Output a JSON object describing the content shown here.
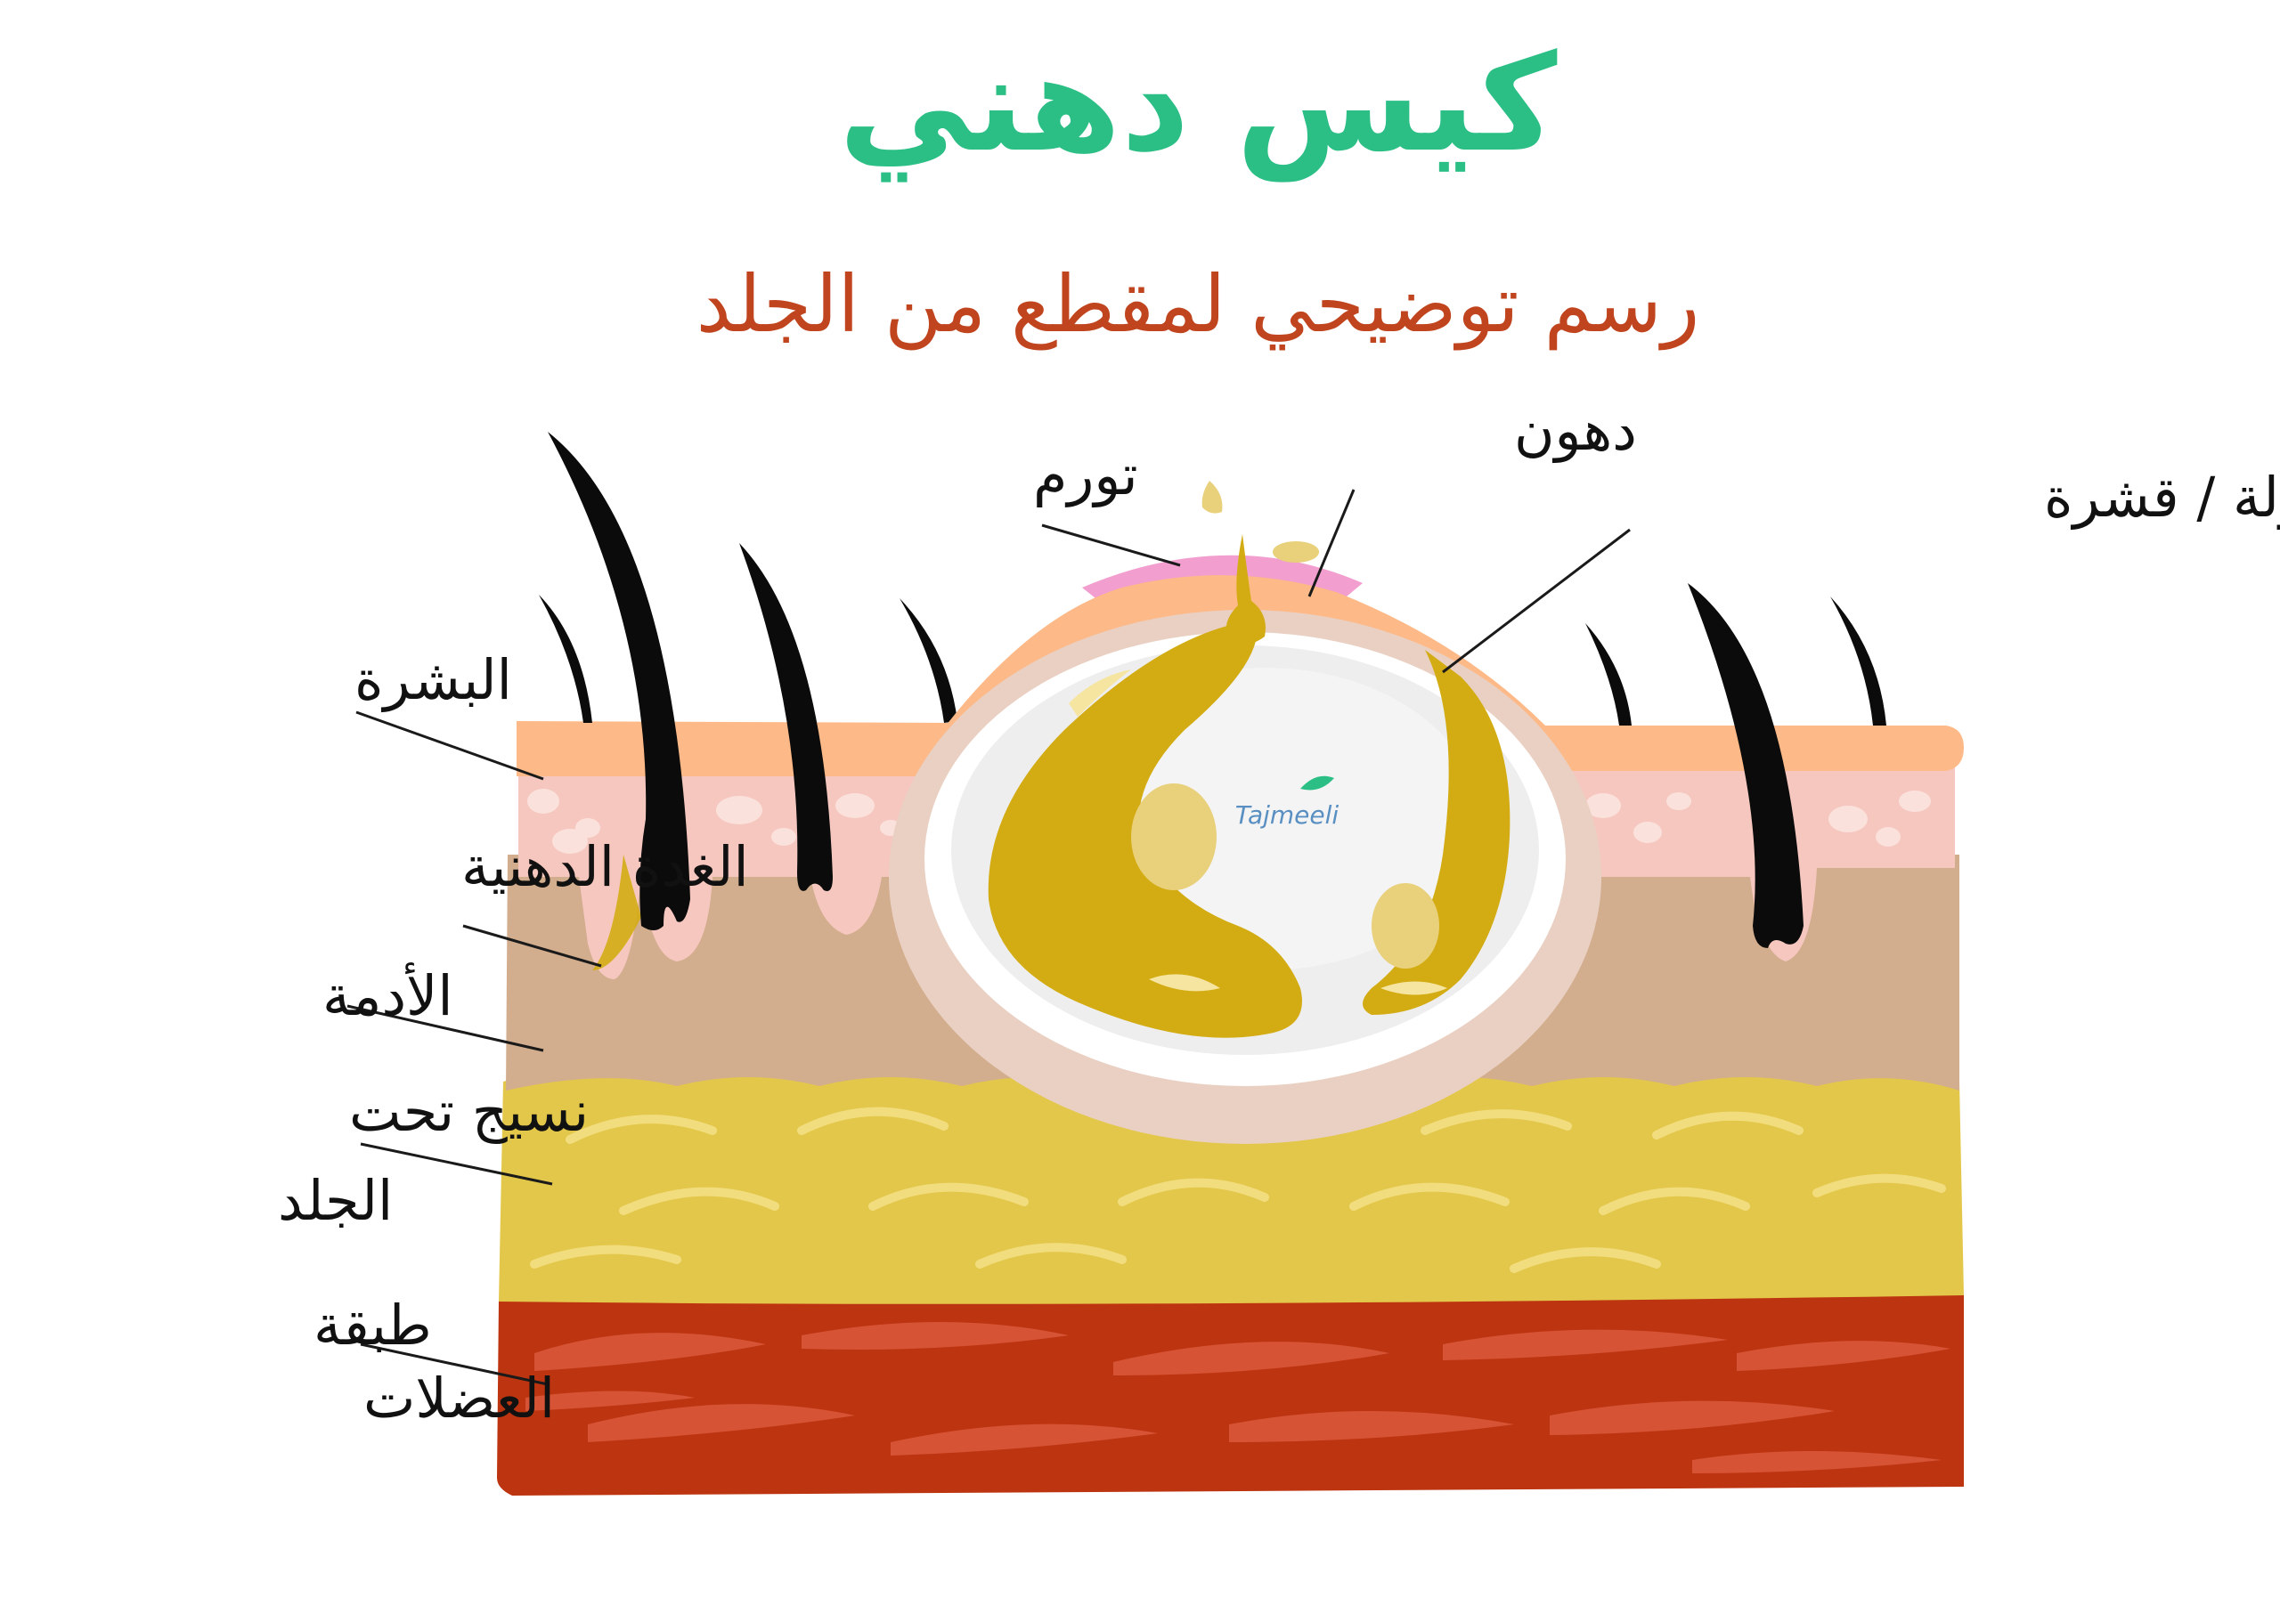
{
  "title": "كيس دهني",
  "subtitle": "رسم توضيحي لمقطع من الجلد",
  "labels": {
    "swelling": "تورم",
    "oils": "دهون",
    "capsule": "كبسولة / قشرة",
    "epidermis": "البشرة",
    "sebaceous_gland": "الغدة الدهنية",
    "dermis": "الأدمة",
    "subcutaneous_line1": "نسيج تحت",
    "subcutaneous_line2": "الجلد",
    "muscle_line1": "طبقة",
    "muscle_line2": "العضلات"
  },
  "watermark": "Tajmeeli",
  "colors": {
    "title": "#2bbf86",
    "subtitle": "#c0441e",
    "epidermis_top": "#fdb987",
    "epidermis_pink": "#f6c7bf",
    "dermis": "#d2ad8e",
    "subcutaneous": "#e3c74a",
    "muscle": "#bd3510",
    "hair": "#0b0b0b",
    "sebum": "#d3ac14",
    "cyst_wall": "#f1f1f1",
    "swelling": "#f29ecf"
  },
  "icons": {
    "watermark_leaf": "leaf-icon"
  }
}
